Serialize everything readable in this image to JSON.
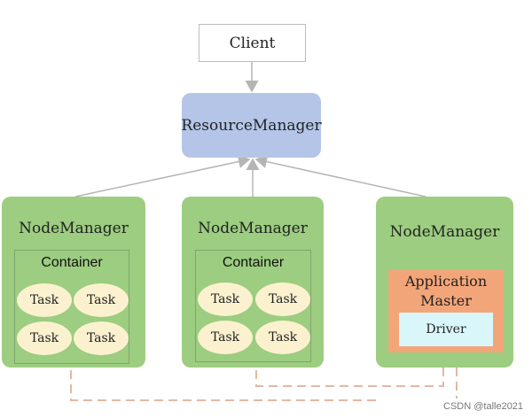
{
  "client": {
    "label": "Client"
  },
  "resource_manager": {
    "label": "ResourceManager"
  },
  "node_managers": [
    {
      "title": "NodeManager",
      "container_label": "Container",
      "tasks": [
        "Task",
        "Task",
        "Task",
        "Task"
      ]
    },
    {
      "title": "NodeManager",
      "container_label": "Container",
      "tasks": [
        "Task",
        "Task",
        "Task",
        "Task"
      ]
    },
    {
      "title": "NodeManager",
      "application_master": {
        "line1": "Application",
        "line2": "Master"
      },
      "driver": {
        "label": "Driver"
      }
    }
  ],
  "watermark": "CSDN @talle2021",
  "colors": {
    "resource_manager": "#b4c5e8",
    "node_manager": "#9ccd80",
    "task": "#fbf1cf",
    "application_master": "#f3a57a",
    "driver": "#d9f7fb",
    "dashed_line": "#e0b9a4",
    "arrow": "#b5b5b5"
  }
}
